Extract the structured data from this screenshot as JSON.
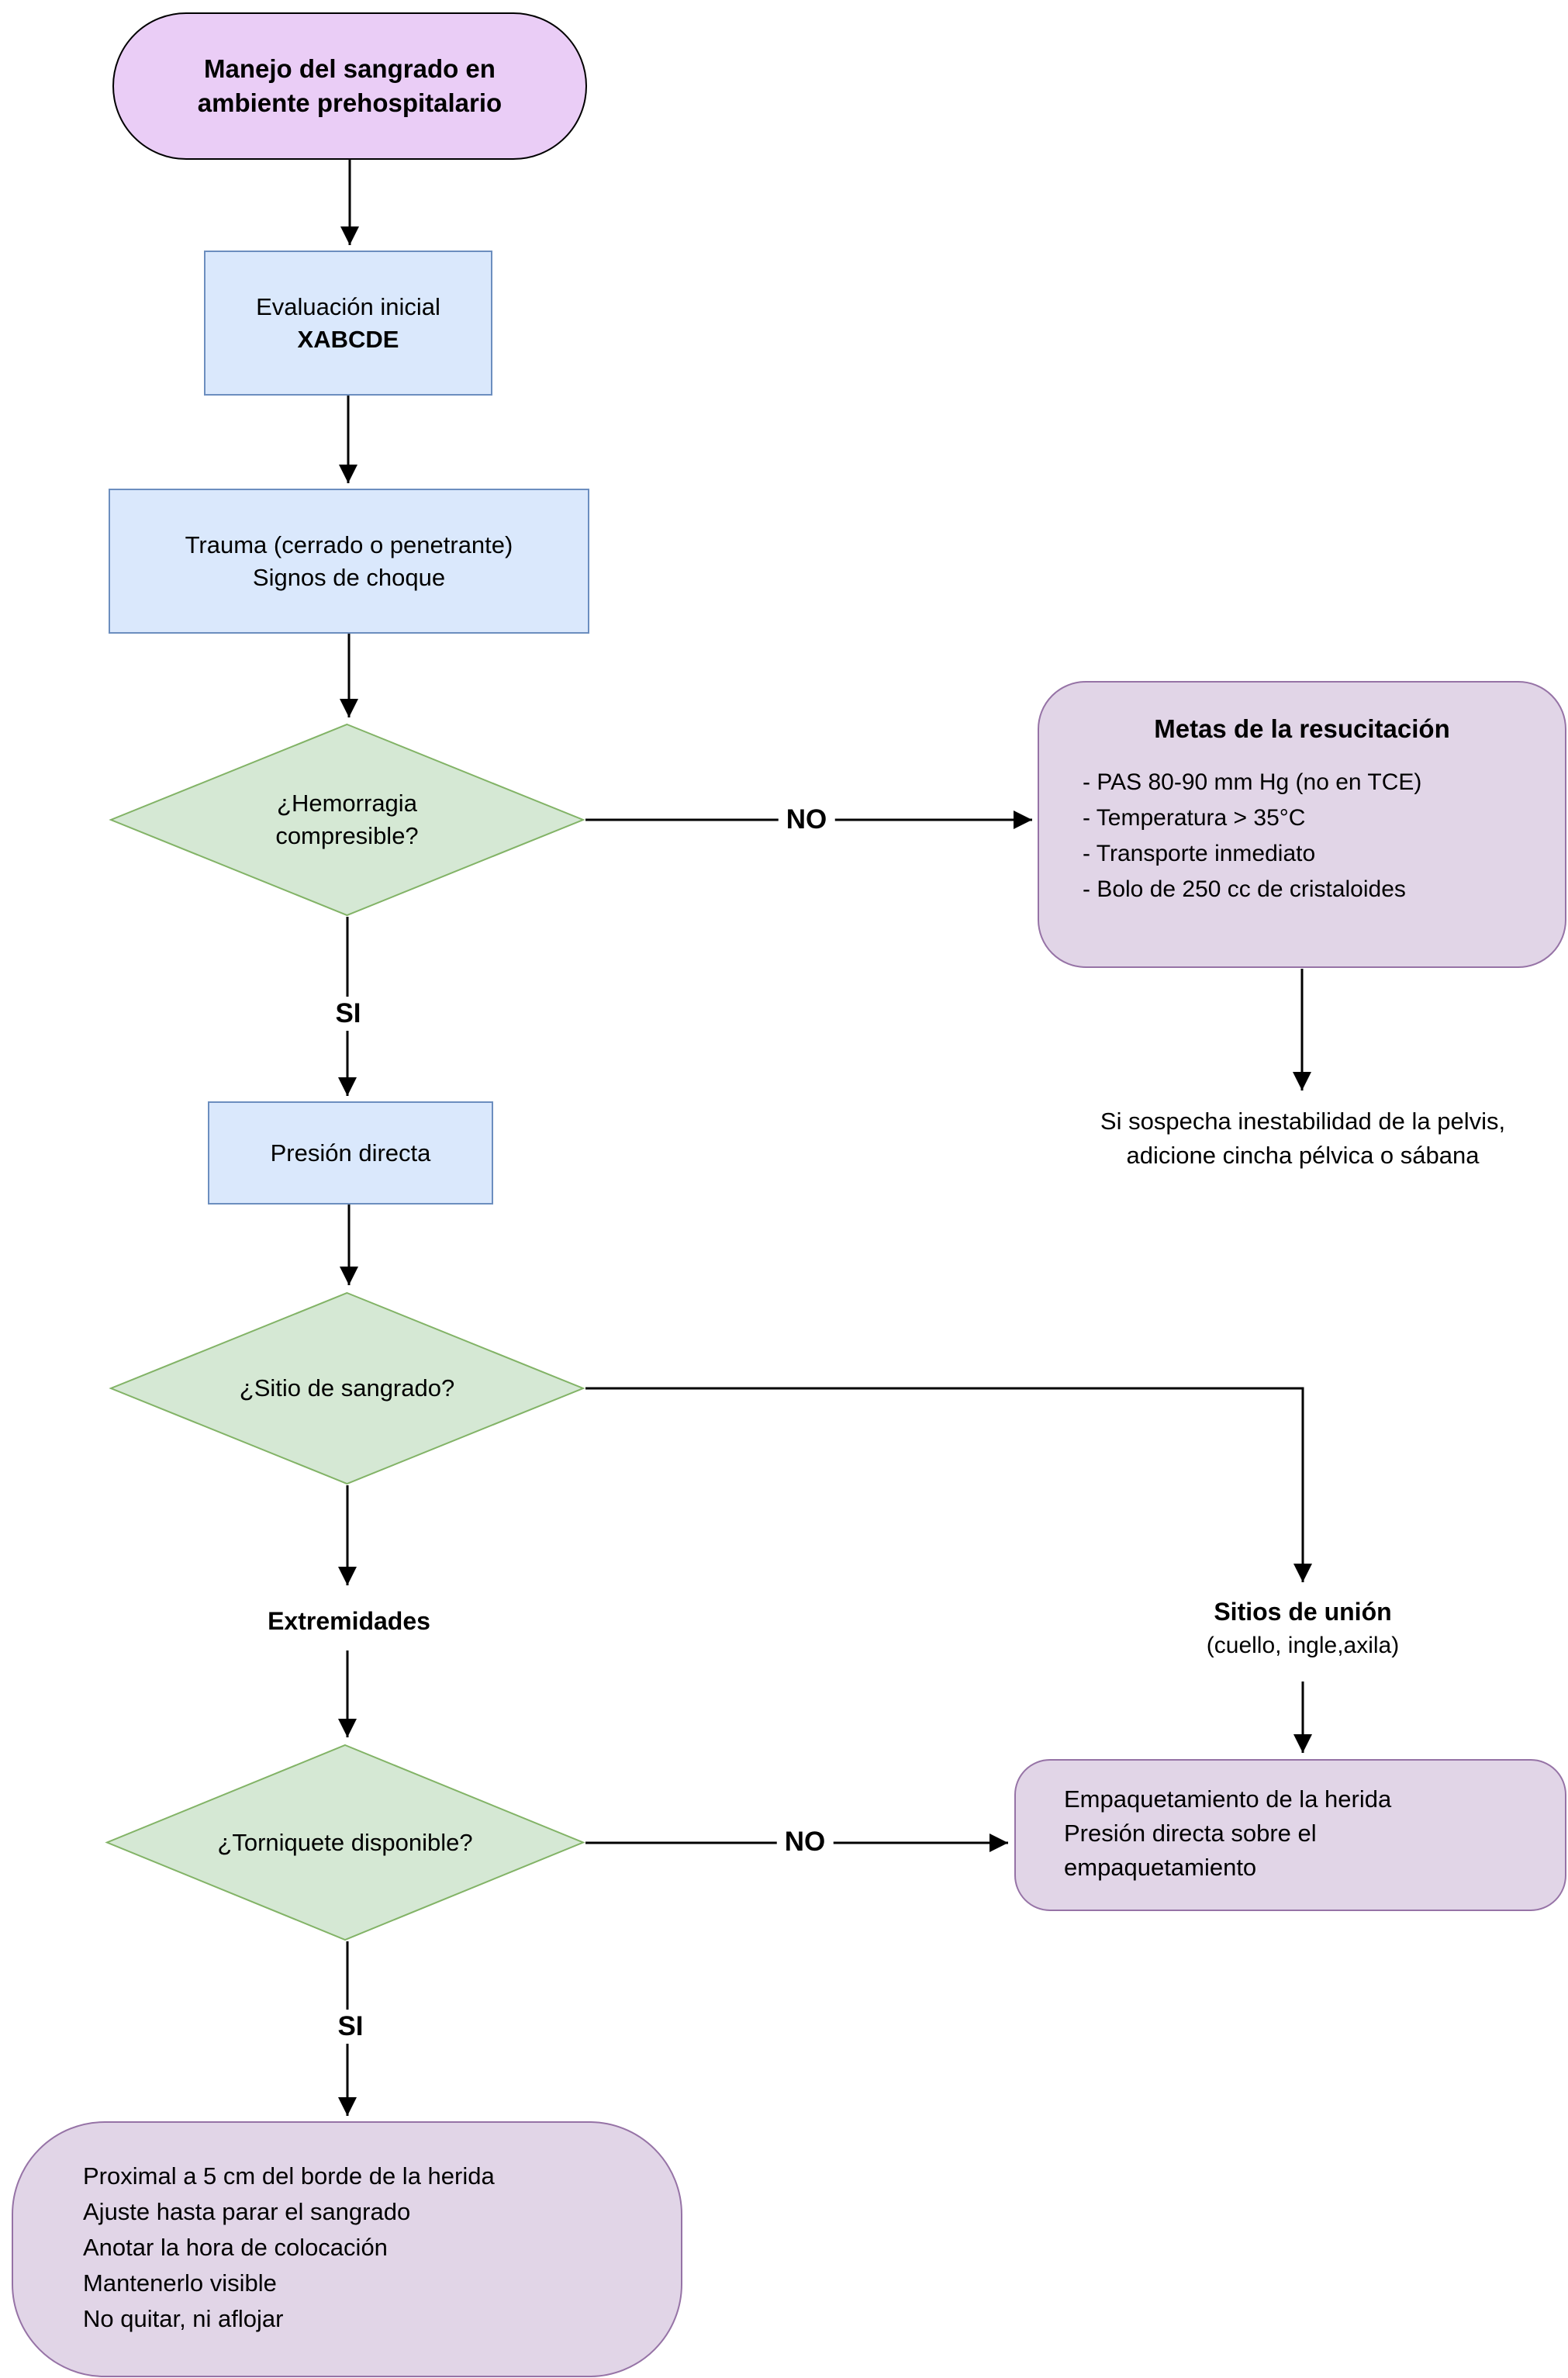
{
  "colors": {
    "process_fill": "#DAE8FC",
    "process_border": "#6C8EBF",
    "decision_fill": "#D5E8D4",
    "decision_border": "#82B366",
    "terminal_fill": "#E1D5E7",
    "terminal_border": "#9673A6",
    "start_fill": "#EACDF6",
    "start_border": "#000000",
    "arrow": "#000000"
  },
  "nodes": {
    "start": {
      "label": "Manejo del sangrado en ambiente prehospitalario"
    },
    "initial_assessment": {
      "line1": "Evaluación inicial",
      "line2": "XABCDE"
    },
    "trauma": {
      "line1": "Trauma (cerrado o penetrante)",
      "line2": "Signos de choque"
    },
    "hemorrhage_decision": {
      "line1": "¿Hemorragia",
      "line2": "compresible?"
    },
    "resuscitation_goals": {
      "title": "Metas de la resucitación",
      "items": [
        "- PAS 80-90 mm Hg (no en TCE)",
        "- Temperatura > 35°C",
        "- Transporte inmediato",
        "- Bolo de 250 cc de cristaloides"
      ]
    },
    "pelvis_note": {
      "line1": "Si sospecha inestabilidad de la pelvis,",
      "line2": "adicione cincha pélvica o sábana"
    },
    "direct_pressure": {
      "label": "Presión directa"
    },
    "bleeding_site_decision": {
      "label": "¿Sitio de sangrado?"
    },
    "extremities_label": "Extremidades",
    "junction_sites": {
      "title": "Sitios de unión",
      "subtitle": "(cuello, ingle,axila)"
    },
    "wound_packing": {
      "lines": [
        "Empaquetamiento de la herida",
        "Presión directa sobre el",
        "empaquetamiento"
      ]
    },
    "tourniquet_decision": {
      "label": "¿Torniquete disponible?"
    },
    "tourniquet_instructions": {
      "lines": [
        "Proximal a 5 cm del borde de la herida",
        "Ajuste hasta parar el sangrado",
        "Anotar la hora de colocación",
        "Mantenerlo visible",
        "No quitar, ni aflojar"
      ]
    }
  },
  "edge_labels": {
    "hemorrhage_no": "NO",
    "hemorrhage_si": "SI",
    "tourniquet_no": "NO",
    "tourniquet_si": "SI"
  }
}
